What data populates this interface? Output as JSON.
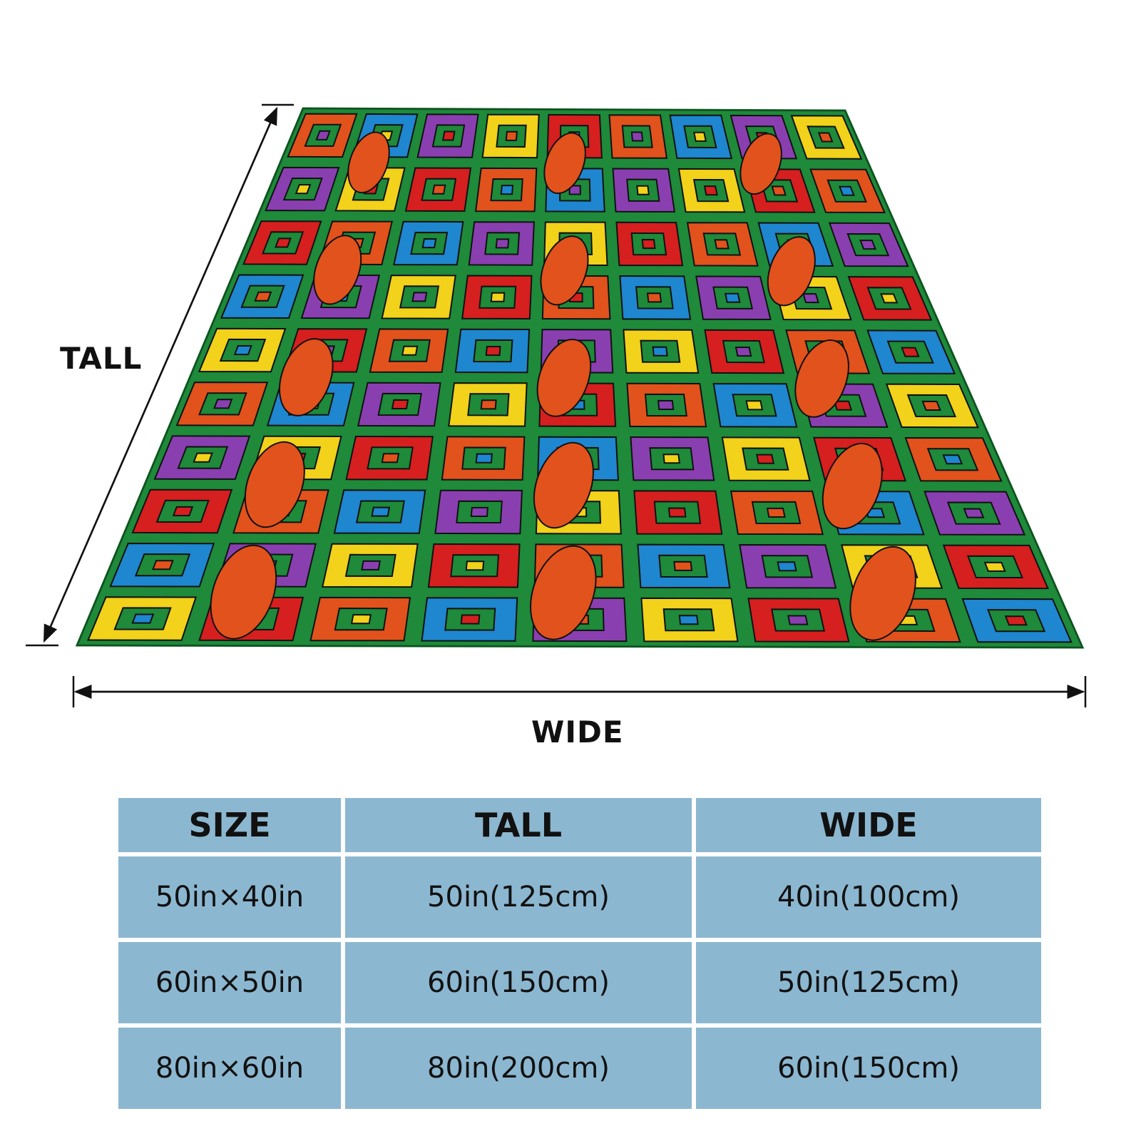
{
  "diagram": {
    "tall_label": "TALL",
    "wide_label": "WIDE"
  },
  "table": {
    "headers": [
      "SIZE",
      "TALL",
      "WIDE"
    ],
    "rows": [
      [
        "50in×40in",
        "50in(125cm)",
        "40in(100cm)"
      ],
      [
        "60in×50in",
        "60in(150cm)",
        "50in(125cm)"
      ],
      [
        "80in×60in",
        "80in(200cm)",
        "60in(150cm)"
      ]
    ]
  },
  "colors": {
    "table_cell": "#8cb7d0",
    "blanket_green": "#1e8a3a",
    "blanket_orange": "#e2521c",
    "blanket_blue": "#1f86d0",
    "blanket_purple": "#8a3fb0",
    "blanket_yellow": "#f2d21a",
    "blanket_red": "#d61f1f"
  }
}
